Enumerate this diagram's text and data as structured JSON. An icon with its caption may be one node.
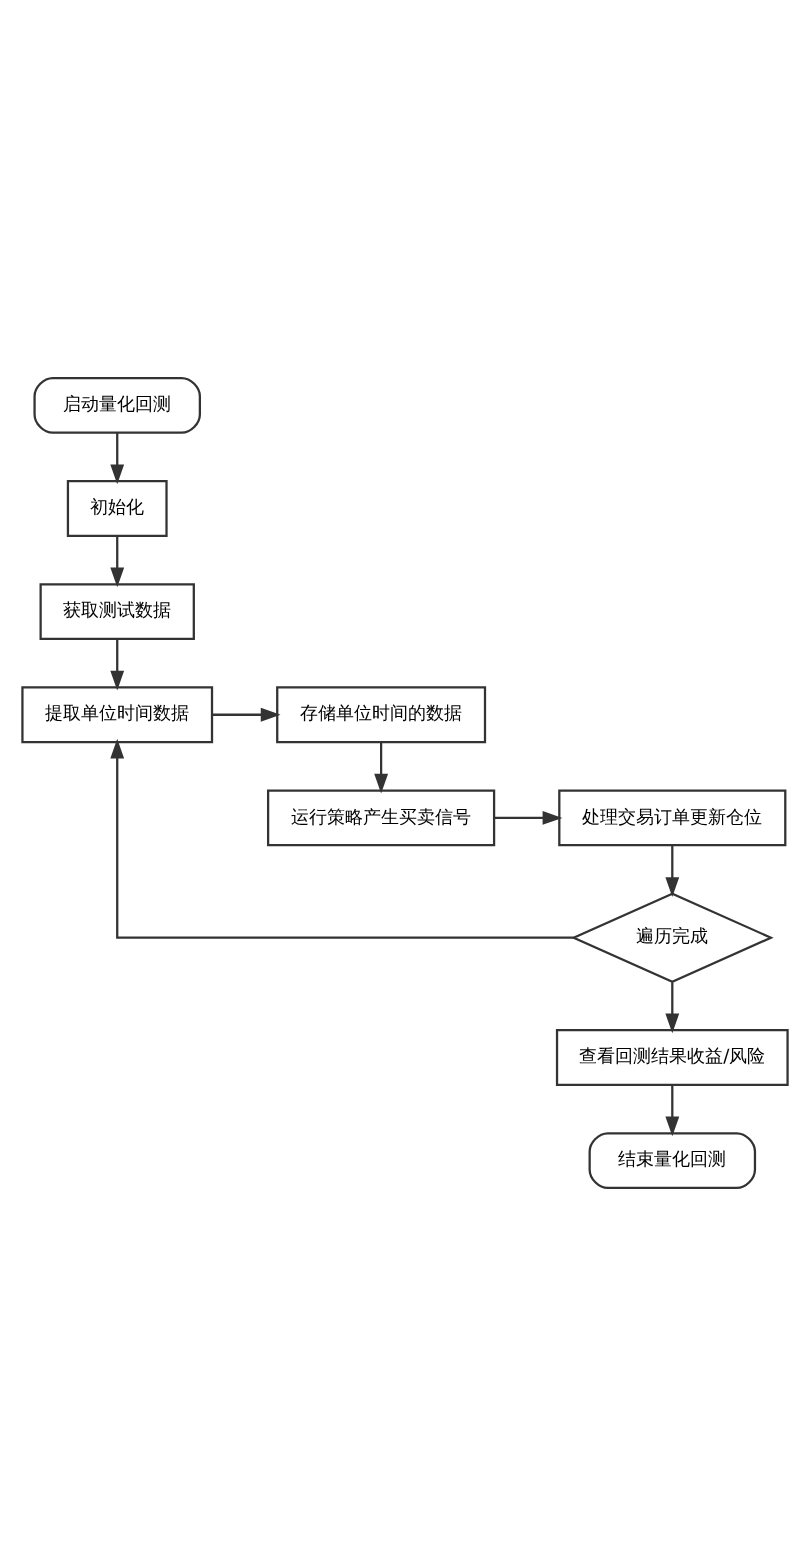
{
  "diagram": {
    "nodes": [
      {
        "text": [
          "启动量化回测"
        ]
      },
      {
        "text": [
          "初始化"
        ]
      },
      {
        "text": [
          "获取测试数据"
        ]
      },
      {
        "text": [
          "提取单位时间数据"
        ]
      },
      {
        "text": [
          "存储单位时间的数据"
        ]
      },
      {
        "text": [
          "运行策略产生买卖信号"
        ]
      },
      {
        "text": [
          "处理交易订单更新仓位"
        ]
      },
      {
        "text": [
          "遍历完成"
        ]
      },
      {
        "text": [
          "查看回测结果收益/风险"
        ]
      },
      {
        "text": [
          "结束量化回测"
        ]
      }
    ],
    "edges": [
      {
        "from": 0,
        "to": 1,
        "arrow": "to"
      },
      {
        "from": 1,
        "to": 2,
        "arrow": "to"
      },
      {
        "from": 2,
        "to": 3,
        "arrow": "to"
      },
      {
        "from": 3,
        "to": 4,
        "arrow": "to"
      },
      {
        "from": 4,
        "to": 5,
        "arrow": "to"
      },
      {
        "from": 5,
        "to": 6,
        "arrow": "to"
      },
      {
        "from": 6,
        "to": 7,
        "arrow": "to"
      },
      {
        "from": 7,
        "to": 3,
        "arrow": "to"
      },
      {
        "from": 7,
        "to": 8,
        "arrow": "to"
      },
      {
        "from": 8,
        "to": 9,
        "arrow": "to"
      }
    ]
  }
}
